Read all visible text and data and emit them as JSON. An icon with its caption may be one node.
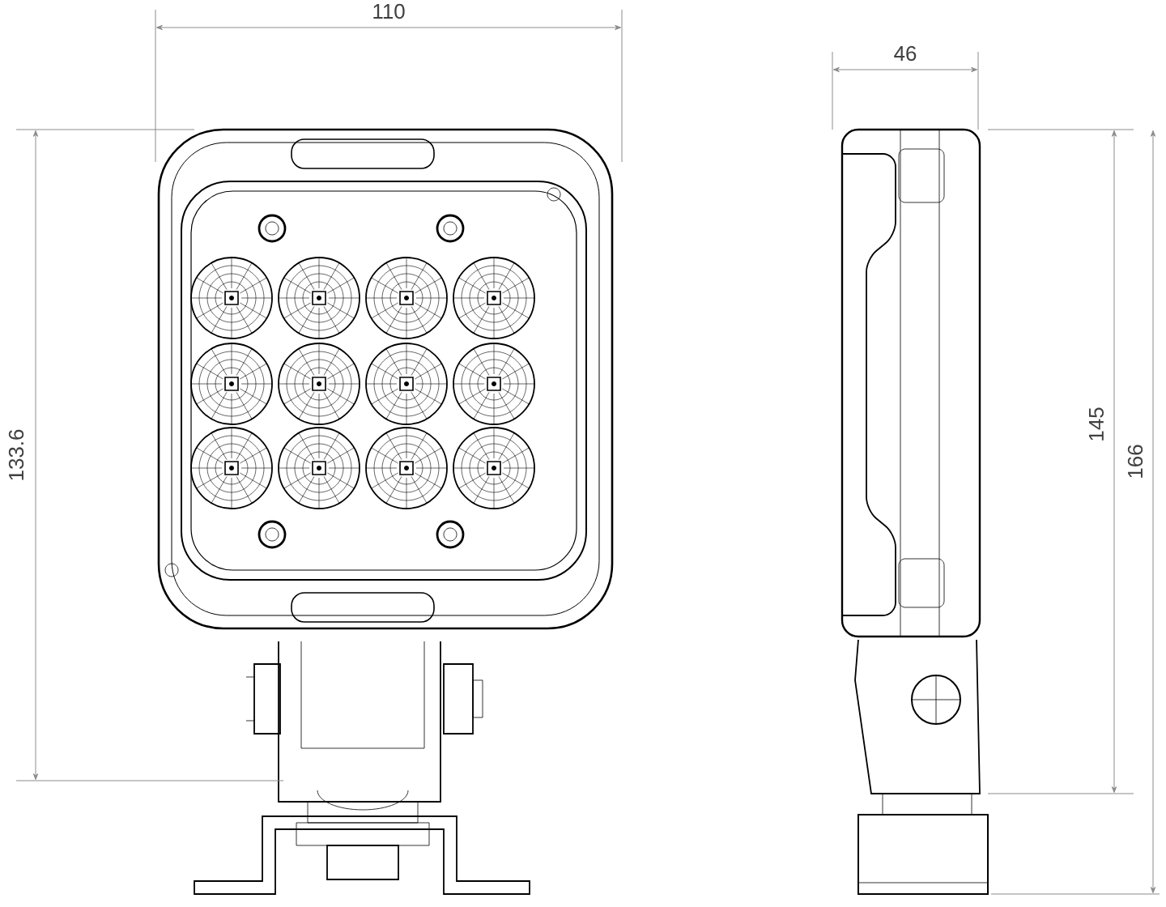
{
  "diagram": {
    "labels": [
      "110",
      "46",
      "133.6",
      "145",
      "166"
    ]
  }
}
